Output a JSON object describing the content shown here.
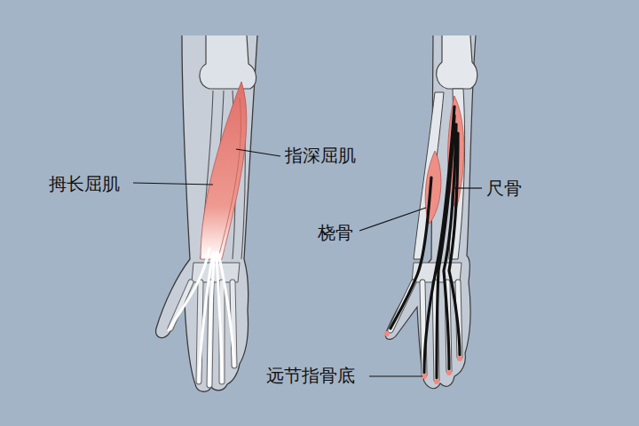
{
  "diagram": {
    "labels": [
      "指深屈肌",
      "拇长屈肌",
      "尺骨",
      "桡骨",
      "远节指骨底"
    ]
  }
}
